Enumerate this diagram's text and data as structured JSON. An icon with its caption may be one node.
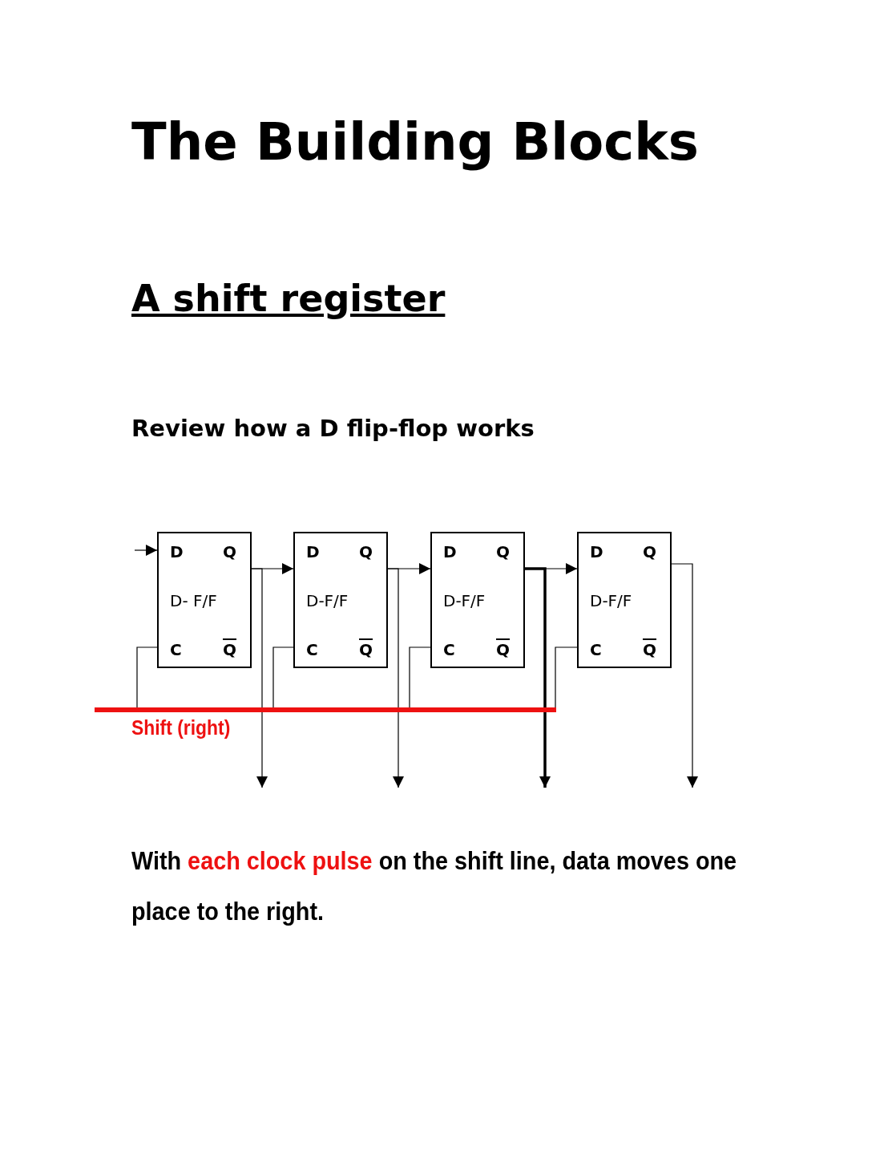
{
  "diagram": {
    "title": "The Building Blocks",
    "caption": "With *each clock pulse* on the shift line, data moves one place to the right.",
    "nodes": [
      {
        "text": [
          "D",
          "Q",
          "D- F/F",
          "C",
          "Q"
        ]
      },
      {
        "text": [
          "D",
          "Q",
          "D-F/F",
          "C",
          "Q"
        ]
      },
      {
        "text": [
          "D",
          "Q",
          "D-F/F",
          "C",
          "Q"
        ]
      },
      {
        "text": [
          "D",
          "Q",
          "D-F/F",
          "C",
          "Q"
        ]
      },
      {
        "text": [
          "Shift (right)"
        ]
      }
    ],
    "edges": [
      {
        "from": null,
        "to": 0,
        "arrow": "to"
      },
      {
        "from": 0,
        "to": 1,
        "arrow": "to"
      },
      {
        "from": 0,
        "to": null,
        "arrow": "to"
      },
      {
        "from": 1,
        "to": 2,
        "arrow": "to"
      },
      {
        "from": 1,
        "to": null,
        "arrow": "to"
      },
      {
        "from": 2,
        "to": 3,
        "arrow": "to"
      },
      {
        "from": 2,
        "to": null,
        "arrow": "to",
        "style": "thick"
      },
      {
        "from": 3,
        "to": null,
        "arrow": "to"
      },
      {
        "from": 4,
        "to": 0,
        "arrow": "none"
      },
      {
        "from": 4,
        "to": 1,
        "arrow": "none"
      },
      {
        "from": 4,
        "to": 2,
        "arrow": "none"
      },
      {
        "from": 4,
        "to": 3,
        "arrow": "none"
      }
    ],
    "labels": [
      "A shift register",
      "Review how a D flip-flop works"
    ]
  }
}
